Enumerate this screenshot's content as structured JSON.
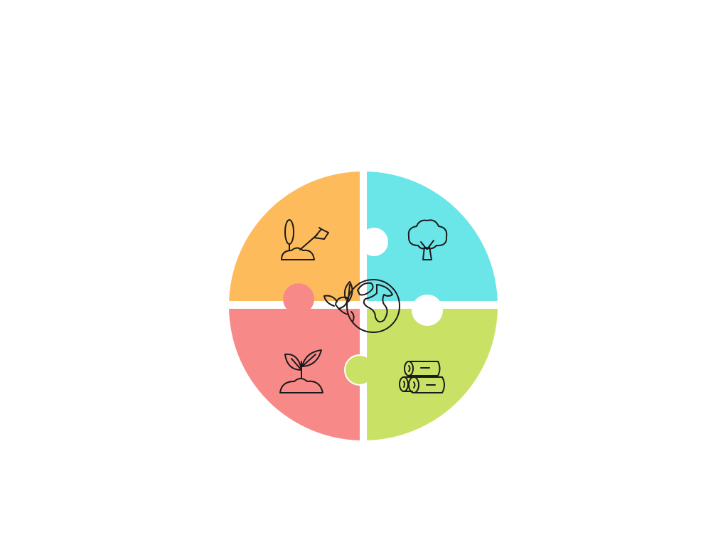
{
  "diagram": {
    "type": "puzzle-cycle",
    "colors": {
      "background": "#ffffff",
      "separator": "#ffffff",
      "icon_stroke": "#1b1b1b"
    },
    "pieces": [
      {
        "id": "top-left",
        "color": "#FDBB5C",
        "icon": "planting-shovel-icon"
      },
      {
        "id": "top-right",
        "color": "#6AE5E8",
        "icon": "tree-icon"
      },
      {
        "id": "bottom-left",
        "color": "#F78A88",
        "icon": "sprout-icon"
      },
      {
        "id": "bottom-right",
        "color": "#C9E265",
        "icon": "logs-icon"
      }
    ],
    "center_icon": "earth-leaves-icon"
  }
}
